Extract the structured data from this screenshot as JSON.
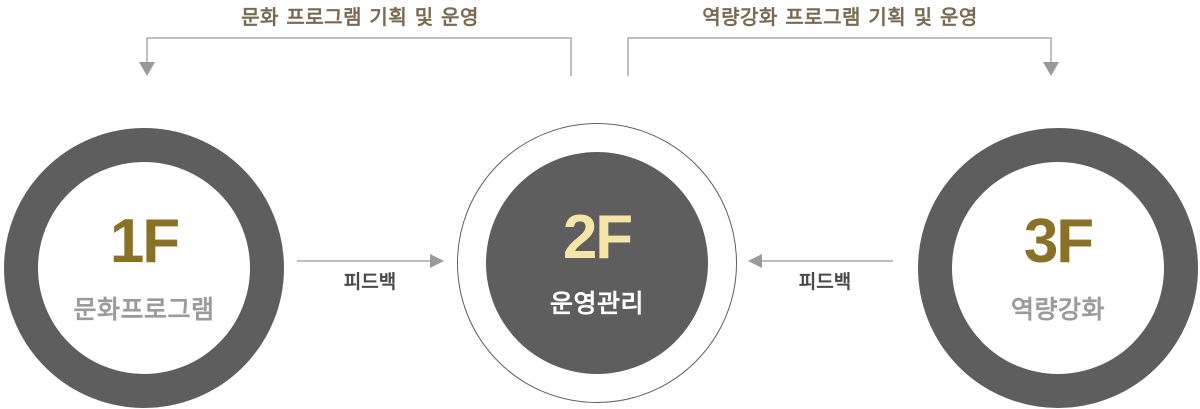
{
  "top_labels": {
    "left": "문화 프로그램 기획 및 운영",
    "right": "역량강화 프로그램 기획 및 운영"
  },
  "floors": {
    "f1": {
      "number": "1F",
      "name": "문화프로그램"
    },
    "f2": {
      "number": "2F",
      "name": "운영관리"
    },
    "f3": {
      "number": "3F",
      "name": "역량강화"
    }
  },
  "feedback": {
    "left": "피드백",
    "right": "피드백"
  },
  "colors": {
    "ring": "#5e5e5e",
    "accent_gold": "#8a7128",
    "accent_light_gold": "#f5e6a8",
    "label_brown": "#7a6a52",
    "muted_text": "#9b9b9b",
    "connector": "#aaaaaa"
  }
}
